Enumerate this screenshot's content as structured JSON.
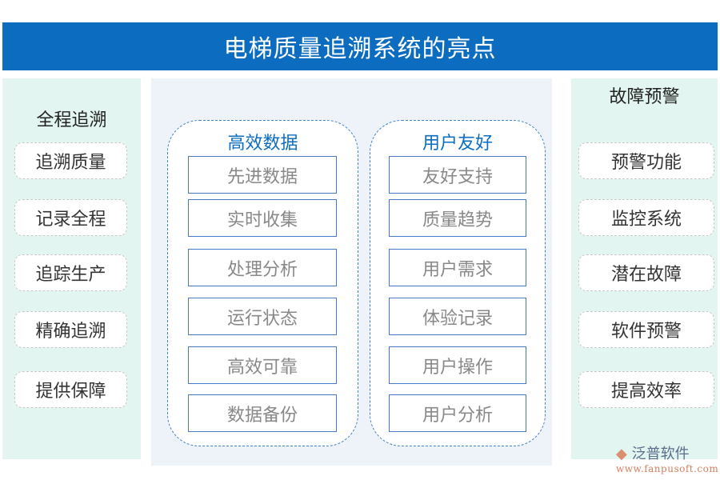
{
  "title": "电梯质量追溯系统的亮点",
  "left": {
    "heading": "全程追溯",
    "items": [
      "追溯质量",
      "记录全程",
      "追踪生产",
      "精确追溯",
      "提供保障"
    ]
  },
  "center": {
    "groups": [
      {
        "heading": "高效数据",
        "items": [
          "先进数据",
          "实时收集",
          "处理分析",
          "运行状态",
          "高效可靠",
          "数据备份"
        ]
      },
      {
        "heading": "用户友好",
        "items": [
          "友好支持",
          "质量趋势",
          "用户需求",
          "体验记录",
          "用户操作",
          "用户分析"
        ]
      }
    ]
  },
  "right": {
    "heading": "故障预警",
    "items": [
      "预警功能",
      "监控系统",
      "潜在故障",
      "软件预警",
      "提高效率"
    ]
  },
  "logo": {
    "name": "泛普软件",
    "url": "www.fanpusoft.com"
  }
}
